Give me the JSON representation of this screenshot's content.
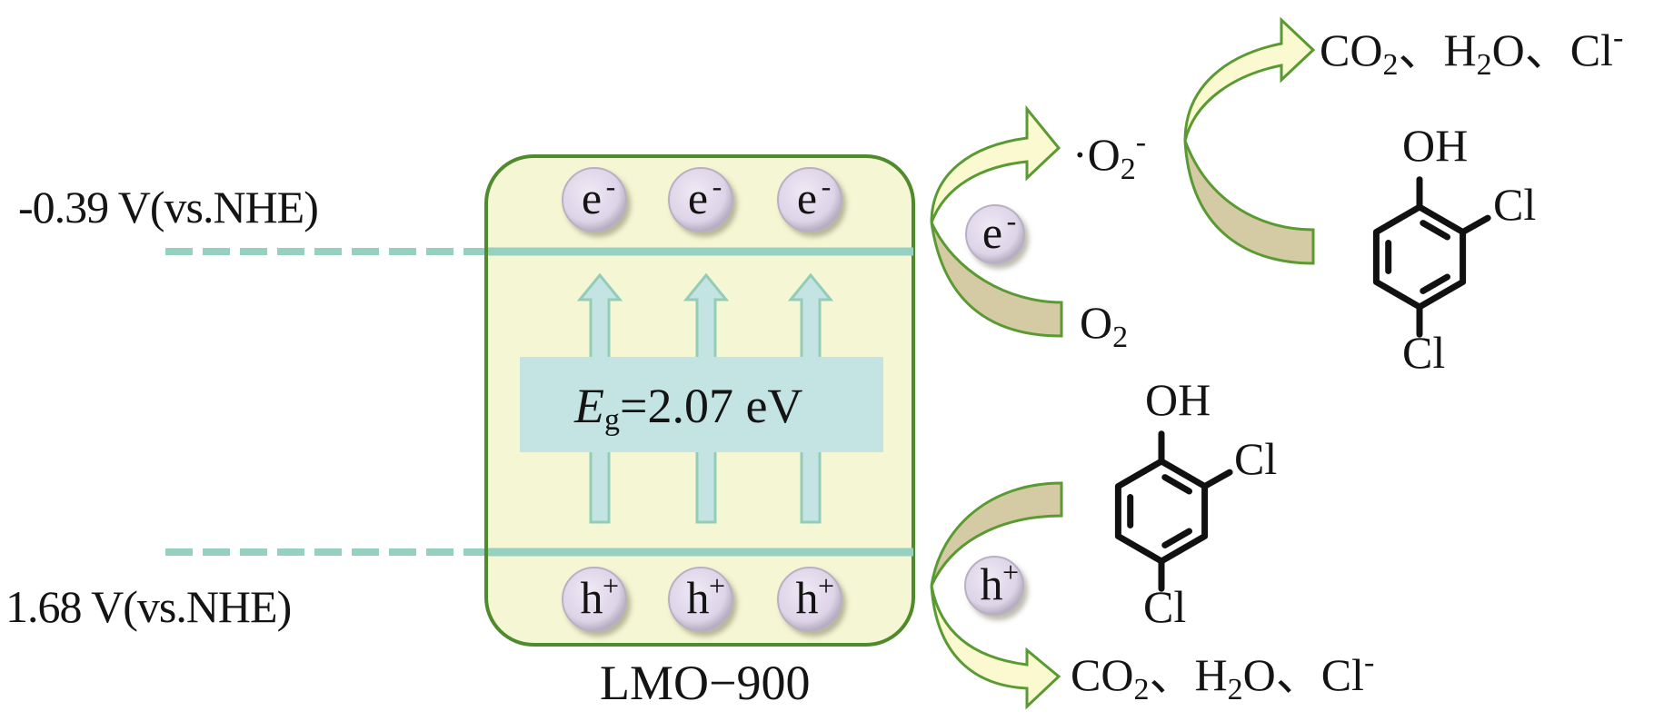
{
  "title": "Photocatalytic degradation mechanism of 2,4-dichlorophenol over LMO-900",
  "catalyst": {
    "name": "LMO−900",
    "band_gap": {
      "symbol": "E",
      "subscript": "g",
      "value_text": "=2.07 eV",
      "value_eV": 2.07
    },
    "conduction_band": {
      "label": "-0.39 V(vs.NHE)",
      "potential_V": -0.39
    },
    "valence_band": {
      "label": "1.68 V(vs.NHE)",
      "potential_V": 1.68
    },
    "electron_label": {
      "base": "e",
      "charge": "-"
    },
    "hole_label": {
      "base": "h",
      "charge": "+"
    },
    "electron_count": 3,
    "hole_count": 3,
    "excitation_arrow_count": 3
  },
  "reduction_path": {
    "reactant": {
      "base": "O",
      "sub": "2"
    },
    "product": {
      "prefix": "·",
      "base": "O",
      "sub": "2",
      "charge": "-"
    },
    "carrier": {
      "base": "e",
      "charge": "-"
    }
  },
  "radical_attack": {
    "substrate": {
      "top": "OH",
      "ortho": "Cl",
      "para": "Cl"
    },
    "products": [
      {
        "base": "CO",
        "sub": "2",
        "sep": "、"
      },
      {
        "base": "H",
        "sub": "2",
        "tail": "O",
        "sep": "、"
      },
      {
        "base": "Cl",
        "charge": "-"
      }
    ]
  },
  "oxidation_path": {
    "carrier": {
      "base": "h",
      "charge": "+"
    },
    "substrate": {
      "top": "OH",
      "ortho": "Cl",
      "para": "Cl"
    },
    "products": [
      {
        "base": "CO",
        "sub": "2",
        "sep": "、"
      },
      {
        "base": "H",
        "sub": "2",
        "tail": "O",
        "sep": "、"
      },
      {
        "base": "Cl",
        "charge": "-"
      }
    ]
  },
  "colors": {
    "box_fill": "#f5f6d4",
    "box_border": "#4f8a2c",
    "band_line": "#96d0c0",
    "gap_band": "#c4e4e4",
    "arrow_up_fill": "#c4e4e4",
    "arrow_up_stroke": "#93cdb8",
    "carrier_fill": "#e2dbec",
    "carrier_edge": "#b9b0c4",
    "curve_light": "#fbf9cf",
    "curve_dark": "#d4cba4",
    "curve_stroke": "#5a9a33",
    "text": "#141414"
  }
}
